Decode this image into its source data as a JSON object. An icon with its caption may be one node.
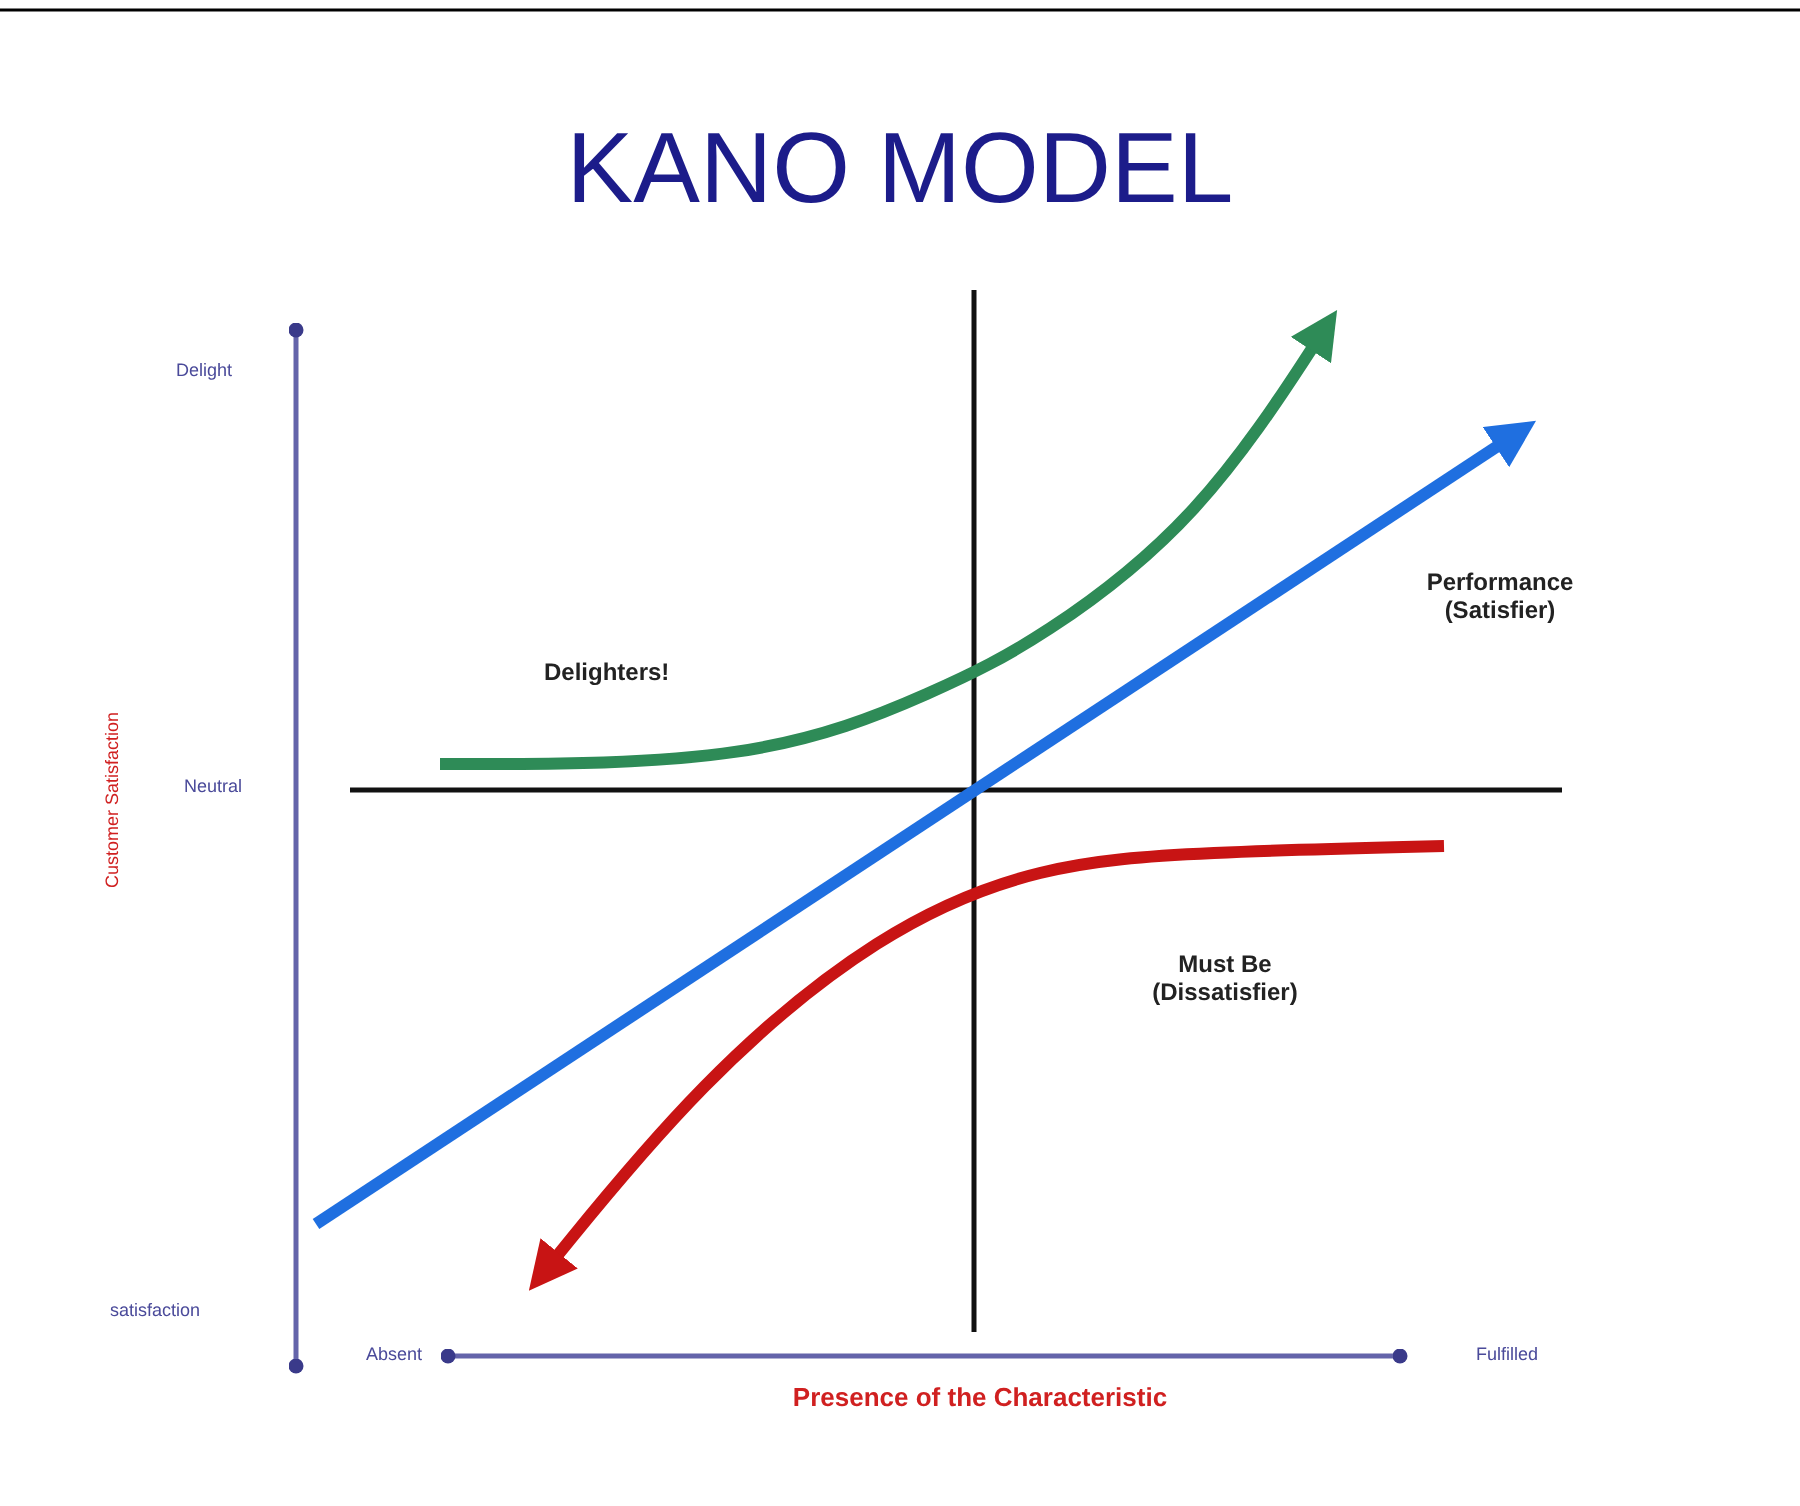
{
  "diagram": {
    "title": "KANO MODEL",
    "labels": [
      "Delight",
      "Customer Satisfaction",
      "Neutral",
      "satisfaction",
      "Delighters!",
      "Performance (Satisfier)",
      "Must Be (Dissatisfier)",
      "Absent",
      "Fulfilled",
      "Presence of the Characteristic"
    ]
  }
}
